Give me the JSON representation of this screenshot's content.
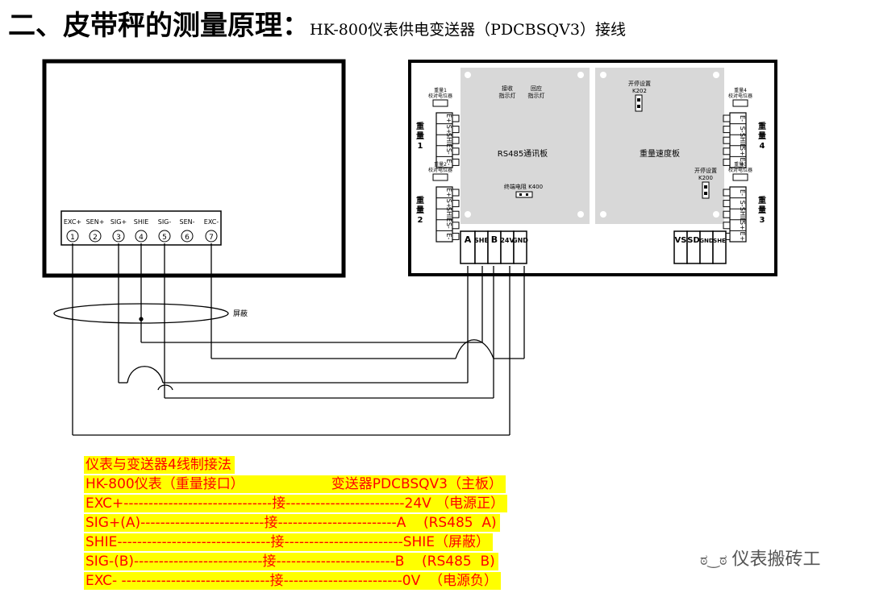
{
  "title": {
    "main": "二、皮带秤的测量原理：",
    "sub": "HK-800仪表供电变送器（PDCBSQV3）接线"
  },
  "instrument": {
    "terminals": [
      {
        "label": "EXC+",
        "num": "1"
      },
      {
        "label": "SEN+",
        "num": "2"
      },
      {
        "label": "SIG+",
        "num": "3"
      },
      {
        "label": "SHIE",
        "num": "4"
      },
      {
        "label": "SIG-",
        "num": "5"
      },
      {
        "label": "SEN-",
        "num": "6"
      },
      {
        "label": "EXC-",
        "num": "7"
      }
    ]
  },
  "shield_label": "屏蔽",
  "transmitter": {
    "rs485_board": {
      "title": "RS485通讯板",
      "recv_led": [
        "接收",
        "指示灯"
      ],
      "resp_led": [
        "回应",
        "指示灯"
      ],
      "term_resistor": "终端电阻 K400"
    },
    "speed_board": {
      "title": "重量速度板",
      "switch_top": [
        "开停设置",
        "K202"
      ],
      "switch_bottom": [
        "开停设置",
        "K200"
      ]
    },
    "load_cells": [
      {
        "side": "左上",
        "pot": [
          "重量1",
          "校对电位器"
        ],
        "vlabel": [
          "重",
          "量",
          "1"
        ],
        "pins": [
          "E+",
          "S+",
          "SHIE",
          "S-",
          "E-"
        ]
      },
      {
        "side": "左下",
        "pot": [
          "重量2",
          "校对电位器"
        ],
        "vlabel": [
          "重",
          "量",
          "2"
        ],
        "pins": [
          "E+",
          "S+",
          "SHIE",
          "S-",
          "E-"
        ]
      },
      {
        "side": "右上",
        "pot": [
          "重量4",
          "校对电位器"
        ],
        "vlabel": [
          "重",
          "量",
          "4"
        ],
        "pins": [
          "E-",
          "S-",
          "SHIE",
          "S+",
          "E+"
        ]
      },
      {
        "side": "右下",
        "pot": [
          "重量3",
          "校对电位器"
        ],
        "vlabel": [
          "重",
          "量",
          "3"
        ],
        "pins": [
          "E-",
          "S-",
          "SHIE",
          "S+",
          "E+"
        ]
      }
    ],
    "bottom_left_terminals": [
      "A",
      "SHE",
      "B",
      "24V",
      "GND"
    ],
    "bottom_right_terminals": [
      "VS",
      "SD",
      "GND",
      "SHE"
    ]
  },
  "notes": [
    "仪表与变送器4线制接法",
    "HK-800仪表（重量接口）                    变送器PDCBSQV3（主板）",
    "EXC+------------------------------接------------------------24V （电源正）",
    "SIG+(A)-------------------------接------------------------A    (RS485  A)",
    "SHIE-------------------------------接------------------------SHIE（屏蔽）",
    "SIG-(B)--------------------------接------------------------B    (RS485  B)",
    "EXC- ------------------------------接------------------------0V  （电源负）"
  ],
  "watermark": "仪表搬砖工",
  "colors": {
    "highlight": "#ffff00",
    "note_text": "#ff0000",
    "board": "#d8d8d8"
  }
}
